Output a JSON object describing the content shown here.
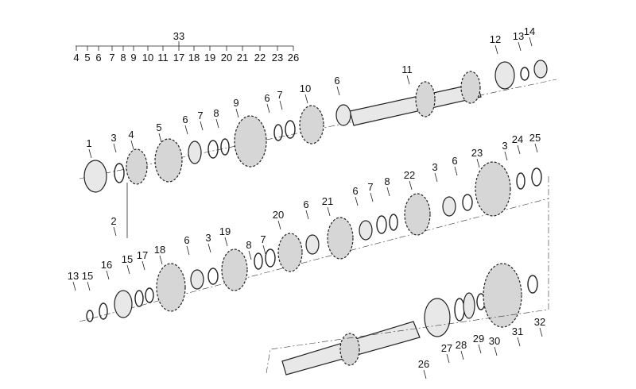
{
  "title_assembly": {
    "label": "33",
    "members": [
      "4",
      "5",
      "6",
      "7",
      "8",
      "9",
      "10",
      "11",
      "17",
      "18",
      "19",
      "20",
      "21",
      "22",
      "23",
      "26"
    ]
  },
  "callouts": [
    "1",
    "2",
    "3",
    "4",
    "5",
    "6",
    "7",
    "8",
    "9",
    "10",
    "11",
    "12",
    "13",
    "14",
    "3",
    "24",
    "25",
    "6",
    "7",
    "8",
    "22",
    "23",
    "3",
    "6",
    "21",
    "20",
    "6",
    "7",
    "8",
    "19",
    "3",
    "6",
    "18",
    "17",
    "15",
    "16",
    "15",
    "13",
    "26",
    "27",
    "28",
    "29",
    "30",
    "31",
    "32",
    "6",
    "7",
    "6"
  ]
}
